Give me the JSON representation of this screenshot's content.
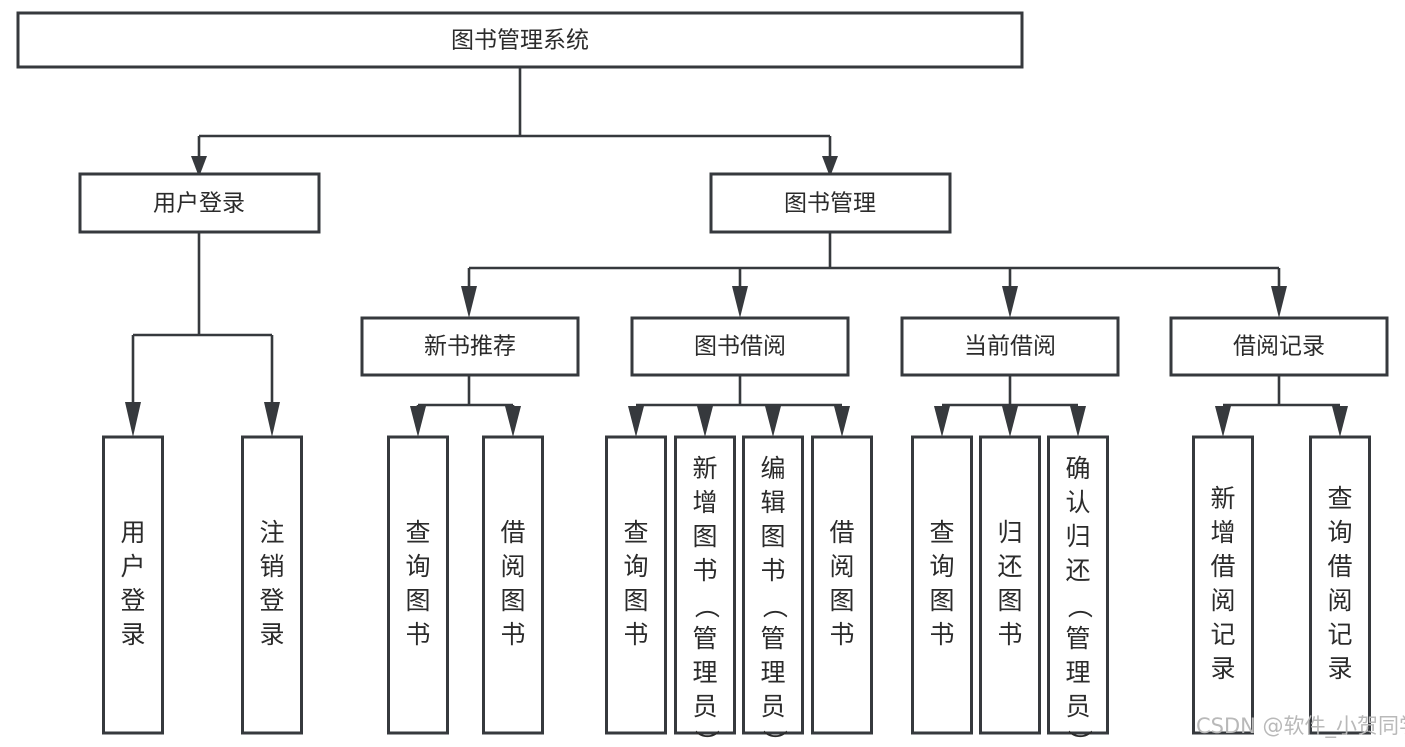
{
  "diagram": {
    "title": "图书管理系统",
    "type": "tree-hierarchy-diagram",
    "colors": {
      "box_stroke": "#36393d",
      "box_fill": "#ffffff",
      "text": "#2b2b2b",
      "background": "#ffffff",
      "watermark": "#b9b9b9"
    },
    "root": {
      "label": "图书管理系统"
    },
    "level2": [
      {
        "label": "用户登录"
      },
      {
        "label": "图书管理"
      }
    ],
    "level3": [
      {
        "label": "新书推荐"
      },
      {
        "label": "图书借阅"
      },
      {
        "label": "当前借阅"
      },
      {
        "label": "借阅记录"
      }
    ],
    "leaves": {
      "user_login": [
        {
          "label": "用户登录",
          "chars": [
            "用",
            "户",
            "登",
            "录"
          ]
        },
        {
          "label": "注销登录",
          "chars": [
            "注",
            "销",
            "登",
            "录"
          ]
        }
      ],
      "new_book_recommend": [
        {
          "label": "查询图书",
          "chars": [
            "查",
            "询",
            "图",
            "书"
          ]
        },
        {
          "label": "借阅图书",
          "chars": [
            "借",
            "阅",
            "图",
            "书"
          ]
        }
      ],
      "book_borrow": [
        {
          "label": "查询图书",
          "chars": [
            "查",
            "询",
            "图",
            "书"
          ]
        },
        {
          "label": "新增图书（管理员）",
          "chars": [
            "新",
            "增",
            "图",
            "书",
            "（",
            "管",
            "理",
            "员",
            "）"
          ]
        },
        {
          "label": "编辑图书（管理员）",
          "chars": [
            "编",
            "辑",
            "图",
            "书",
            "（",
            "管",
            "理",
            "员",
            "）"
          ]
        },
        {
          "label": "借阅图书",
          "chars": [
            "借",
            "阅",
            "图",
            "书"
          ]
        }
      ],
      "current_borrow": [
        {
          "label": "查询图书",
          "chars": [
            "查",
            "询",
            "图",
            "书"
          ]
        },
        {
          "label": "归还图书",
          "chars": [
            "归",
            "还",
            "图",
            "书"
          ]
        },
        {
          "label": "确认归还（管理员）",
          "chars": [
            "确",
            "认",
            "归",
            "还",
            "（",
            "管",
            "理",
            "员",
            "）"
          ]
        }
      ],
      "borrow_record": [
        {
          "label": "新增借阅记录",
          "chars": [
            "新",
            "增",
            "借",
            "阅",
            "记",
            "录"
          ]
        },
        {
          "label": "查询借阅记录",
          "chars": [
            "查",
            "询",
            "借",
            "阅",
            "记",
            "录"
          ]
        }
      ]
    },
    "watermark": "CSDN @软件_小贺同学"
  }
}
